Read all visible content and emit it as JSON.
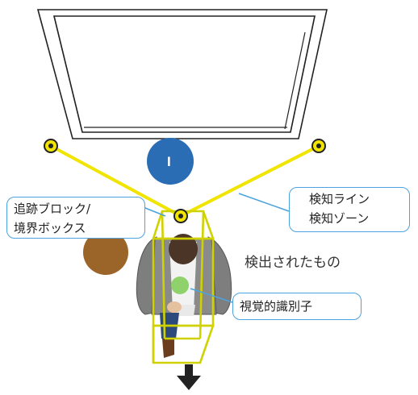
{
  "diagram": {
    "marker_letter": "I",
    "callouts": {
      "tracking": [
        "追跡ブロック/",
        "境界ボックス"
      ],
      "detection": [
        "検知ライン",
        "検知ゾーン"
      ],
      "visual_id": "視覚的識別子"
    },
    "detected_object_label": "検出されたもの",
    "colors": {
      "detection_line": "#f1e400",
      "marker_blue": "#2a6db5",
      "callout_border": "#4aa3df",
      "visual_id_dot": "#8fd16a",
      "brown_circle": "#9b6429",
      "bounding_box": "#cfd200"
    }
  }
}
